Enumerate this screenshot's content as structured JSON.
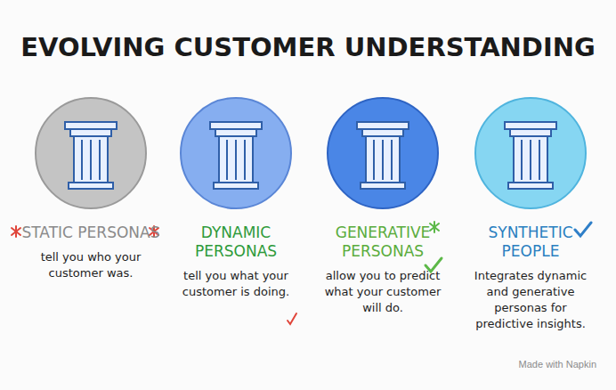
{
  "diagram": {
    "title": "EVOLVING CUSTOMER UNDERSTANDING",
    "nodes": [
      {
        "text": [
          "STATIC PERSONAS",
          "tell you who your customer was."
        ]
      },
      {
        "text": [
          "DYNAMIC PERSONAS",
          "tell you what your customer is doing."
        ]
      },
      {
        "text": [
          "GENERATIVE PERSONAS",
          "allow you to predict what your customer will do."
        ]
      },
      {
        "text": [
          "SYNTHETIC PEOPLE",
          "Integrates dynamic and generative personas for predictive insights."
        ]
      }
    ],
    "labels": [
      "Made with Napkin"
    ]
  }
}
